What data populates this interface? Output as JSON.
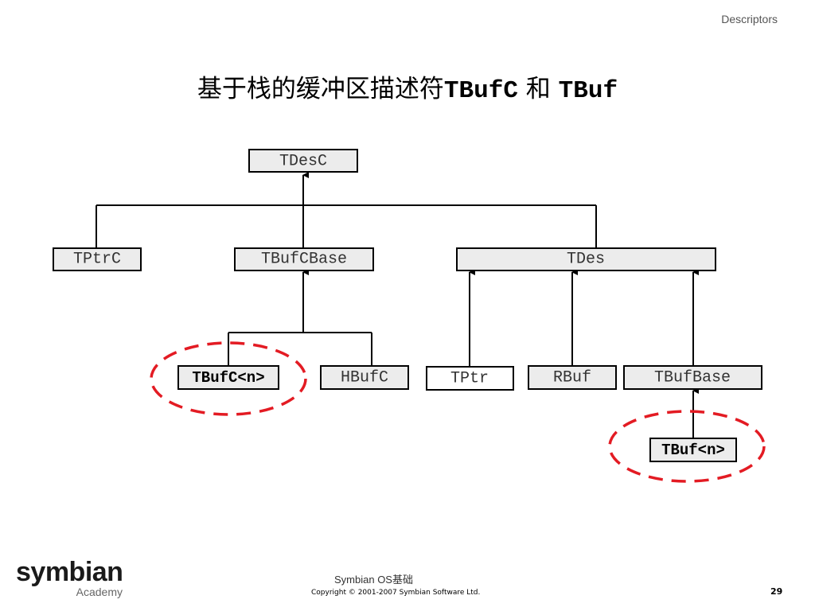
{
  "header": {
    "section": "Descriptors"
  },
  "title": {
    "prefix": "基于栈的缓冲区描述符",
    "code1": "TBufC",
    "conj": " 和 ",
    "code2": "TBuf"
  },
  "diagram": {
    "nodes": {
      "tdesc": "TDesC",
      "tptrc": "TPtrC",
      "tbufcbase": "TBufCBase",
      "tdes": "TDes",
      "tbufc_n": "TBufC<n>",
      "hbufc": "HBufC",
      "tptr": "TPtr",
      "rbuf": "RBuf",
      "tbufbase": "TBufBase",
      "tbuf_n": "TBuf<n>"
    },
    "highlight_color": "#e31b23"
  },
  "footer": {
    "logo_word": "symbian",
    "logo_sub": "Academy",
    "course": "Symbian OS基础",
    "copyright": "Copyright © 2001-2007 Symbian Software Ltd.",
    "page": "29"
  }
}
